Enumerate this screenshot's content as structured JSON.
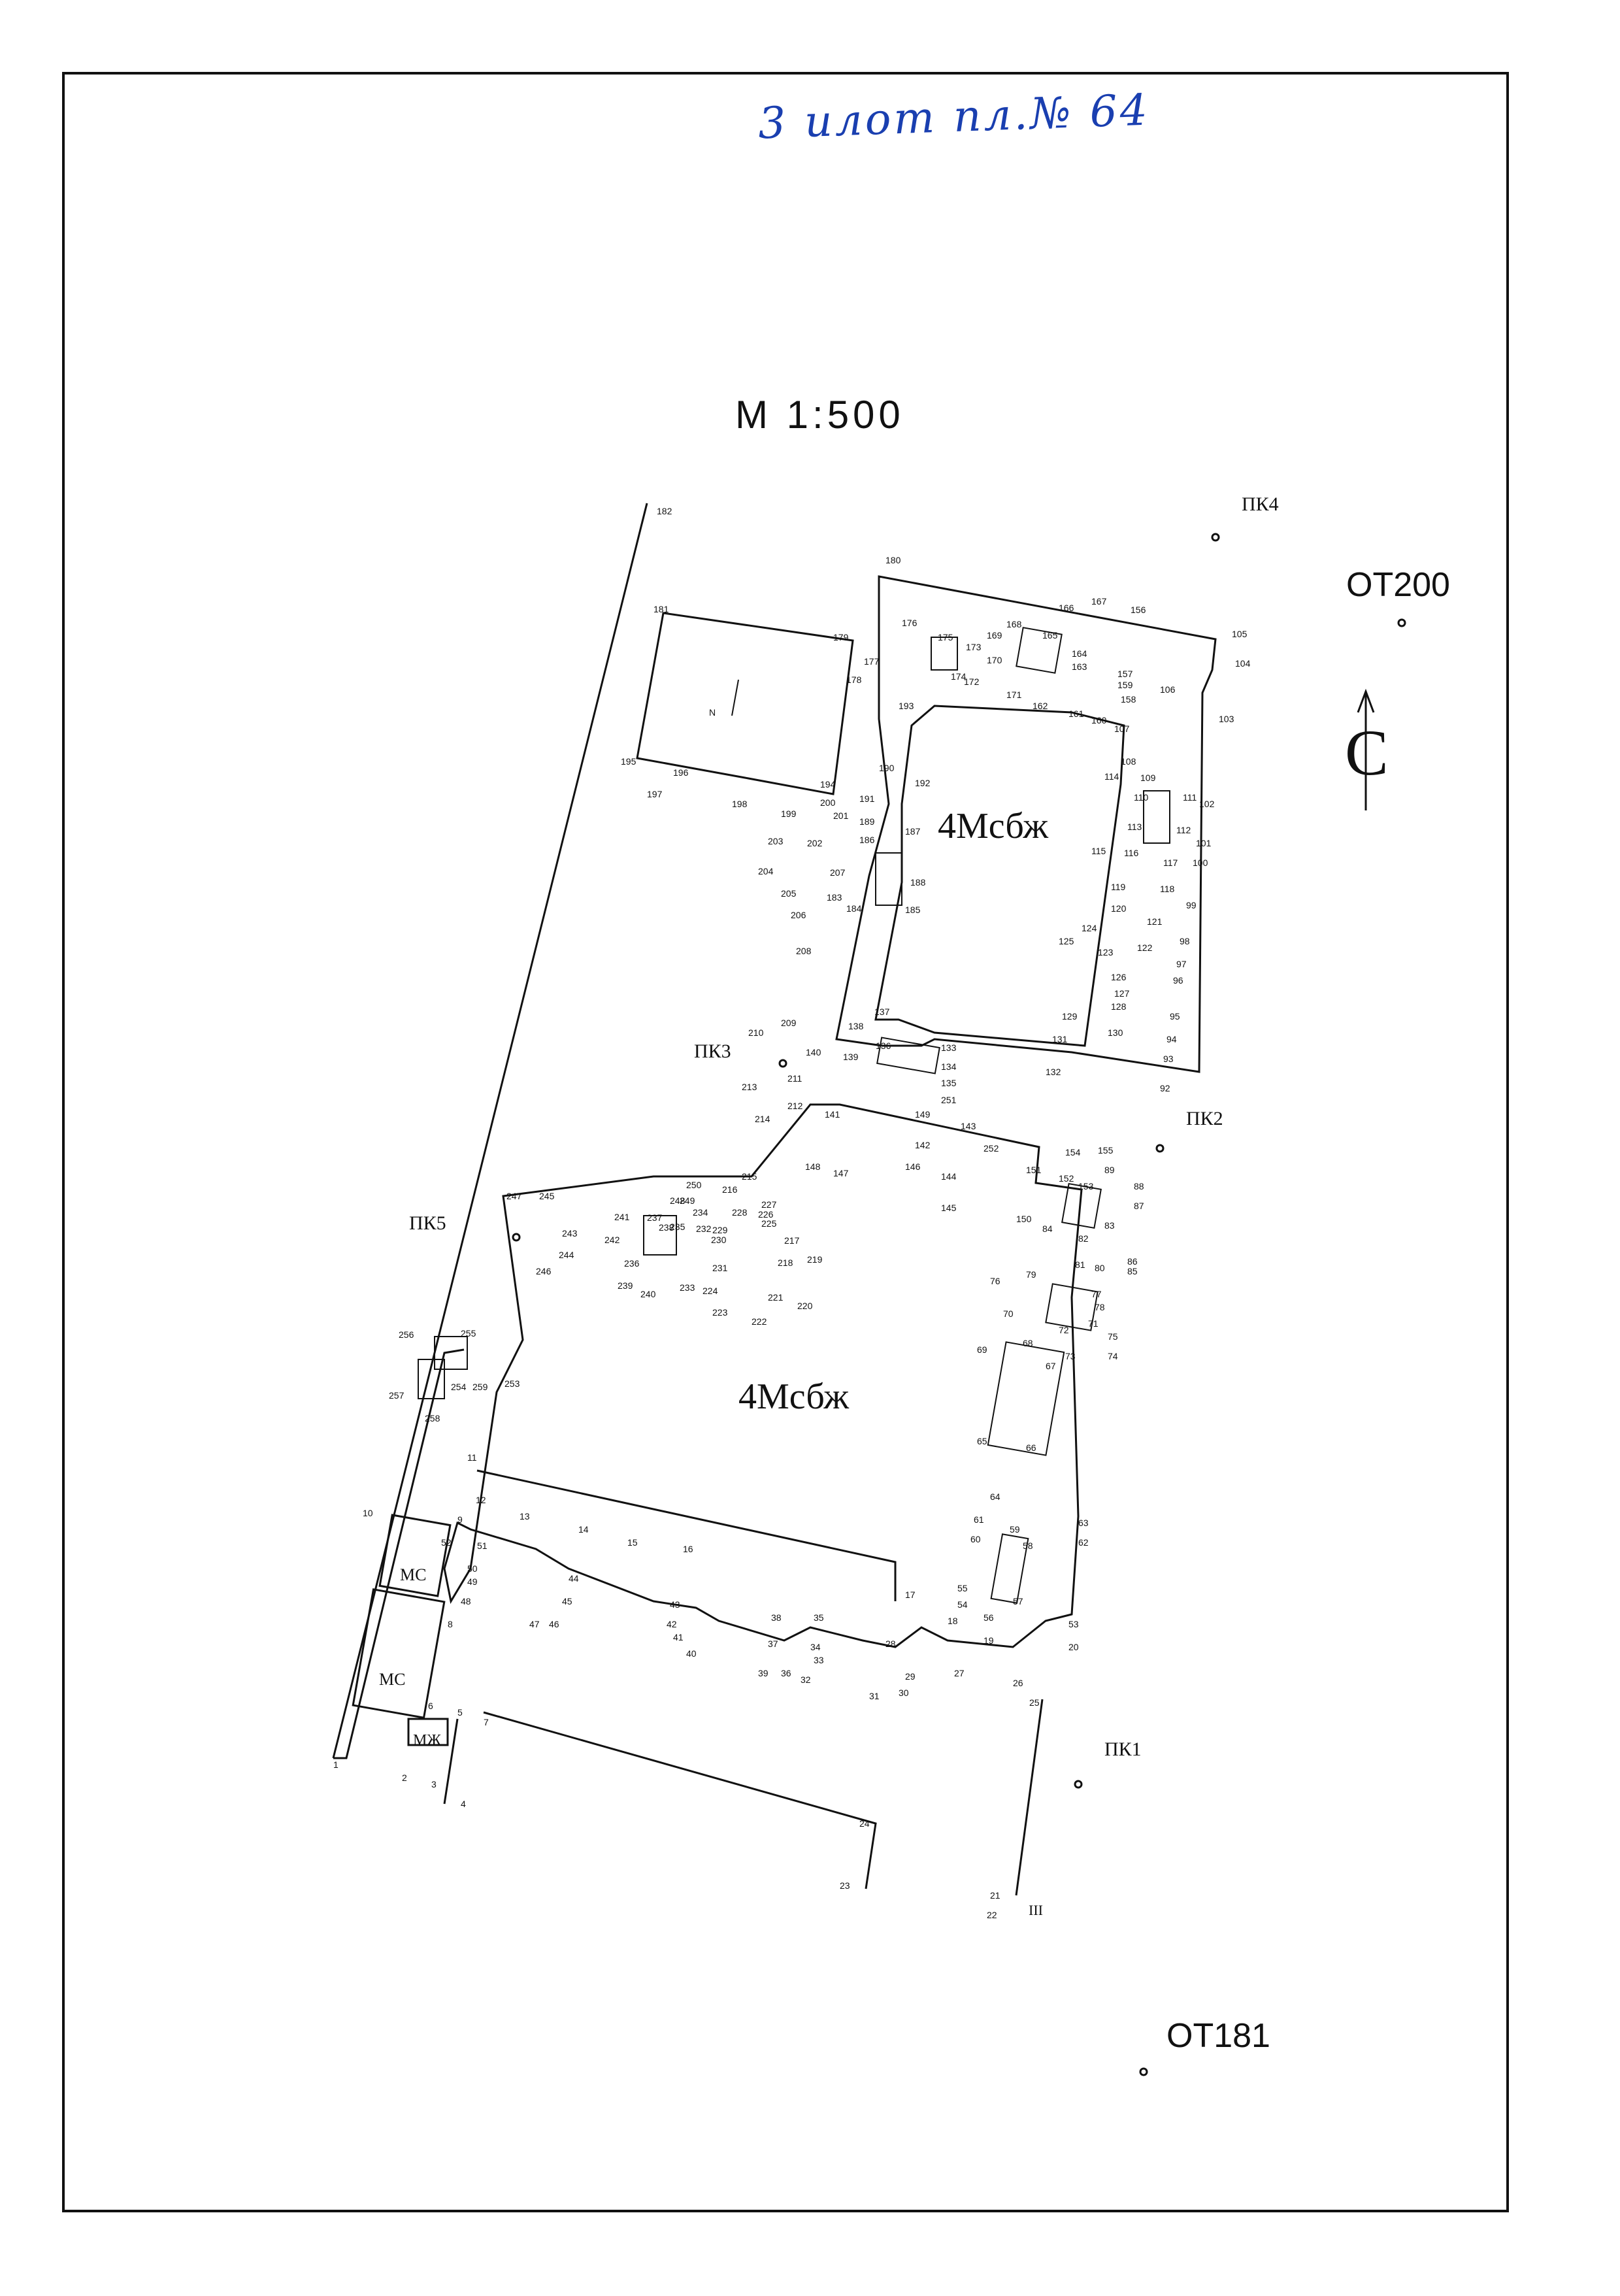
{
  "handwritten_note": "3 илот пл.№ 64",
  "scale_label": "М 1:500",
  "reference_points": {
    "ot200": "ОТ200",
    "ot181": "ОТ181"
  },
  "survey_marks": {
    "pk1": "ПК1",
    "pk2": "ПК2",
    "pk3": "ПК3",
    "pk4": "ПК4",
    "pk5": "ПК5"
  },
  "buildings": {
    "north_block": "4Мсбж",
    "south_block": "4Мсбж"
  },
  "small_structures": {
    "mc_upper": "МС",
    "mc_lower": "МС",
    "mzh": "МЖ",
    "hatch_iii": "III"
  },
  "north_arrow_label": "С",
  "inner_arrow_label": "N",
  "point_labels": [
    {
      "id": "p1",
      "label": "1"
    },
    {
      "id": "p2",
      "label": "2"
    },
    {
      "id": "p3",
      "label": "3"
    },
    {
      "id": "p4",
      "label": "4"
    },
    {
      "id": "p5",
      "label": "5"
    },
    {
      "id": "p6",
      "label": "6"
    },
    {
      "id": "p7",
      "label": "7"
    },
    {
      "id": "p8",
      "label": "8"
    },
    {
      "id": "p9",
      "label": "9"
    },
    {
      "id": "p10",
      "label": "10"
    },
    {
      "id": "p11",
      "label": "11"
    },
    {
      "id": "p12",
      "label": "12"
    },
    {
      "id": "p13",
      "label": "13"
    },
    {
      "id": "p14",
      "label": "14"
    },
    {
      "id": "p15",
      "label": "15"
    },
    {
      "id": "p16",
      "label": "16"
    },
    {
      "id": "p17",
      "label": "17"
    },
    {
      "id": "p18",
      "label": "18"
    },
    {
      "id": "p19",
      "label": "19"
    },
    {
      "id": "p20",
      "label": "20"
    },
    {
      "id": "p21",
      "label": "21"
    },
    {
      "id": "p22",
      "label": "22"
    },
    {
      "id": "p23",
      "label": "23"
    },
    {
      "id": "p24",
      "label": "24"
    },
    {
      "id": "p25",
      "label": "25"
    },
    {
      "id": "p26",
      "label": "26"
    },
    {
      "id": "p27",
      "label": "27"
    },
    {
      "id": "p28",
      "label": "28"
    },
    {
      "id": "p29",
      "label": "29"
    },
    {
      "id": "p30",
      "label": "30"
    },
    {
      "id": "p31",
      "label": "31"
    },
    {
      "id": "p32",
      "label": "32"
    },
    {
      "id": "p33",
      "label": "33"
    },
    {
      "id": "p34",
      "label": "34"
    },
    {
      "id": "p35",
      "label": "35"
    },
    {
      "id": "p36",
      "label": "36"
    },
    {
      "id": "p37",
      "label": "37"
    },
    {
      "id": "p38",
      "label": "38"
    },
    {
      "id": "p39",
      "label": "39"
    },
    {
      "id": "p40",
      "label": "40"
    },
    {
      "id": "p41",
      "label": "41"
    },
    {
      "id": "p42",
      "label": "42"
    },
    {
      "id": "p43",
      "label": "43"
    },
    {
      "id": "p44",
      "label": "44"
    },
    {
      "id": "p45",
      "label": "45"
    },
    {
      "id": "p46",
      "label": "46"
    },
    {
      "id": "p47",
      "label": "47"
    },
    {
      "id": "p48",
      "label": "48"
    },
    {
      "id": "p49",
      "label": "49"
    },
    {
      "id": "p50",
      "label": "50"
    },
    {
      "id": "p51",
      "label": "51"
    },
    {
      "id": "p52",
      "label": "52"
    },
    {
      "id": "p53",
      "label": "53"
    },
    {
      "id": "p54",
      "label": "54"
    },
    {
      "id": "p55",
      "label": "55"
    },
    {
      "id": "p56",
      "label": "56"
    },
    {
      "id": "p57",
      "label": "57"
    },
    {
      "id": "p58",
      "label": "58"
    },
    {
      "id": "p59",
      "label": "59"
    },
    {
      "id": "p60",
      "label": "60"
    },
    {
      "id": "p61",
      "label": "61"
    },
    {
      "id": "p62",
      "label": "62"
    },
    {
      "id": "p63",
      "label": "63"
    },
    {
      "id": "p64",
      "label": "64"
    },
    {
      "id": "p65",
      "label": "65"
    },
    {
      "id": "p66",
      "label": "66"
    },
    {
      "id": "p67",
      "label": "67"
    },
    {
      "id": "p68",
      "label": "68"
    },
    {
      "id": "p69",
      "label": "69"
    },
    {
      "id": "p70",
      "label": "70"
    },
    {
      "id": "p71",
      "label": "71"
    },
    {
      "id": "p72",
      "label": "72"
    },
    {
      "id": "p73",
      "label": "73"
    },
    {
      "id": "p74",
      "label": "74"
    },
    {
      "id": "p75",
      "label": "75"
    },
    {
      "id": "p76",
      "label": "76"
    },
    {
      "id": "p77",
      "label": "77"
    },
    {
      "id": "p78",
      "label": "78"
    },
    {
      "id": "p79",
      "label": "79"
    },
    {
      "id": "p80",
      "label": "80"
    },
    {
      "id": "p81",
      "label": "81"
    },
    {
      "id": "p82",
      "label": "82"
    },
    {
      "id": "p83",
      "label": "83"
    },
    {
      "id": "p84",
      "label": "84"
    },
    {
      "id": "p85",
      "label": "85"
    },
    {
      "id": "p86",
      "label": "86"
    },
    {
      "id": "p87",
      "label": "87"
    },
    {
      "id": "p88",
      "label": "88"
    },
    {
      "id": "p89",
      "label": "89"
    },
    {
      "id": "p92",
      "label": "92"
    },
    {
      "id": "p93",
      "label": "93"
    },
    {
      "id": "p94",
      "label": "94"
    },
    {
      "id": "p95",
      "label": "95"
    },
    {
      "id": "p96",
      "label": "96"
    },
    {
      "id": "p97",
      "label": "97"
    },
    {
      "id": "p98",
      "label": "98"
    },
    {
      "id": "p99",
      "label": "99"
    },
    {
      "id": "p100",
      "label": "100"
    },
    {
      "id": "p101",
      "label": "101"
    },
    {
      "id": "p102",
      "label": "102"
    },
    {
      "id": "p103",
      "label": "103"
    },
    {
      "id": "p104",
      "label": "104"
    },
    {
      "id": "p105",
      "label": "105"
    },
    {
      "id": "p106",
      "label": "106"
    },
    {
      "id": "p107",
      "label": "107"
    },
    {
      "id": "p108",
      "label": "108"
    },
    {
      "id": "p109",
      "label": "109"
    },
    {
      "id": "p110",
      "label": "110"
    },
    {
      "id": "p111",
      "label": "111"
    },
    {
      "id": "p112",
      "label": "112"
    },
    {
      "id": "p113",
      "label": "113"
    },
    {
      "id": "p114",
      "label": "114"
    },
    {
      "id": "p115",
      "label": "115"
    },
    {
      "id": "p116",
      "label": "116"
    },
    {
      "id": "p117",
      "label": "117"
    },
    {
      "id": "p118",
      "label": "118"
    },
    {
      "id": "p119",
      "label": "119"
    },
    {
      "id": "p120",
      "label": "120"
    },
    {
      "id": "p121",
      "label": "121"
    },
    {
      "id": "p122",
      "label": "122"
    },
    {
      "id": "p123",
      "label": "123"
    },
    {
      "id": "p124",
      "label": "124"
    },
    {
      "id": "p125",
      "label": "125"
    },
    {
      "id": "p126",
      "label": "126"
    },
    {
      "id": "p127",
      "label": "127"
    },
    {
      "id": "p128",
      "label": "128"
    },
    {
      "id": "p129",
      "label": "129"
    },
    {
      "id": "p130",
      "label": "130"
    },
    {
      "id": "p131",
      "label": "131"
    },
    {
      "id": "p132",
      "label": "132"
    },
    {
      "id": "p133",
      "label": "133"
    },
    {
      "id": "p134",
      "label": "134"
    },
    {
      "id": "p135",
      "label": "135"
    },
    {
      "id": "p136",
      "label": "136"
    },
    {
      "id": "p137",
      "label": "137"
    },
    {
      "id": "p138",
      "label": "138"
    },
    {
      "id": "p139",
      "label": "139"
    },
    {
      "id": "p140",
      "label": "140"
    },
    {
      "id": "p141",
      "label": "141"
    },
    {
      "id": "p142",
      "label": "142"
    },
    {
      "id": "p143",
      "label": "143"
    },
    {
      "id": "p144",
      "label": "144"
    },
    {
      "id": "p145",
      "label": "145"
    },
    {
      "id": "p146",
      "label": "146"
    },
    {
      "id": "p147",
      "label": "147"
    },
    {
      "id": "p148",
      "label": "148"
    },
    {
      "id": "p149",
      "label": "149"
    },
    {
      "id": "p150",
      "label": "150"
    },
    {
      "id": "p151",
      "label": "151"
    },
    {
      "id": "p152",
      "label": "152"
    },
    {
      "id": "p153",
      "label": "153"
    },
    {
      "id": "p154",
      "label": "154"
    },
    {
      "id": "p155",
      "label": "155"
    },
    {
      "id": "p156",
      "label": "156"
    },
    {
      "id": "p157",
      "label": "157"
    },
    {
      "id": "p158",
      "label": "158"
    },
    {
      "id": "p159",
      "label": "159"
    },
    {
      "id": "p160",
      "label": "160"
    },
    {
      "id": "p161",
      "label": "161"
    },
    {
      "id": "p162",
      "label": "162"
    },
    {
      "id": "p163",
      "label": "163"
    },
    {
      "id": "p164",
      "label": "164"
    },
    {
      "id": "p165",
      "label": "165"
    },
    {
      "id": "p166",
      "label": "166"
    },
    {
      "id": "p167",
      "label": "167"
    },
    {
      "id": "p168",
      "label": "168"
    },
    {
      "id": "p169",
      "label": "169"
    },
    {
      "id": "p170",
      "label": "170"
    },
    {
      "id": "p171",
      "label": "171"
    },
    {
      "id": "p172",
      "label": "172"
    },
    {
      "id": "p173",
      "label": "173"
    },
    {
      "id": "p174",
      "label": "174"
    },
    {
      "id": "p175",
      "label": "175"
    },
    {
      "id": "p176",
      "label": "176"
    },
    {
      "id": "p177",
      "label": "177"
    },
    {
      "id": "p178",
      "label": "178"
    },
    {
      "id": "p179",
      "label": "179"
    },
    {
      "id": "p180",
      "label": "180"
    },
    {
      "id": "p181",
      "label": "181"
    },
    {
      "id": "p182",
      "label": "182"
    },
    {
      "id": "p183",
      "label": "183"
    },
    {
      "id": "p184",
      "label": "184"
    },
    {
      "id": "p185",
      "label": "185"
    },
    {
      "id": "p186",
      "label": "186"
    },
    {
      "id": "p187",
      "label": "187"
    },
    {
      "id": "p188",
      "label": "188"
    },
    {
      "id": "p189",
      "label": "189"
    },
    {
      "id": "p190",
      "label": "190"
    },
    {
      "id": "p191",
      "label": "191"
    },
    {
      "id": "p192",
      "label": "192"
    },
    {
      "id": "p193",
      "label": "193"
    },
    {
      "id": "p194",
      "label": "194"
    },
    {
      "id": "p195",
      "label": "195"
    },
    {
      "id": "p196",
      "label": "196"
    },
    {
      "id": "p197",
      "label": "197"
    },
    {
      "id": "p198",
      "label": "198"
    },
    {
      "id": "p199",
      "label": "199"
    },
    {
      "id": "p200",
      "label": "200"
    },
    {
      "id": "p201",
      "label": "201"
    },
    {
      "id": "p202",
      "label": "202"
    },
    {
      "id": "p203",
      "label": "203"
    },
    {
      "id": "p204",
      "label": "204"
    },
    {
      "id": "p205",
      "label": "205"
    },
    {
      "id": "p206",
      "label": "206"
    },
    {
      "id": "p207",
      "label": "207"
    },
    {
      "id": "p208",
      "label": "208"
    },
    {
      "id": "p209",
      "label": "209"
    },
    {
      "id": "p210",
      "label": "210"
    },
    {
      "id": "p211",
      "label": "211"
    },
    {
      "id": "p212",
      "label": "212"
    },
    {
      "id": "p213",
      "label": "213"
    },
    {
      "id": "p214",
      "label": "214"
    },
    {
      "id": "p215",
      "label": "215"
    },
    {
      "id": "p216",
      "label": "216"
    },
    {
      "id": "p217",
      "label": "217"
    },
    {
      "id": "p218",
      "label": "218"
    },
    {
      "id": "p219",
      "label": "219"
    },
    {
      "id": "p220",
      "label": "220"
    },
    {
      "id": "p221",
      "label": "221"
    },
    {
      "id": "p222",
      "label": "222"
    },
    {
      "id": "p223",
      "label": "223"
    },
    {
      "id": "p224",
      "label": "224"
    },
    {
      "id": "p225",
      "label": "225"
    },
    {
      "id": "p226",
      "label": "226"
    },
    {
      "id": "p227",
      "label": "227"
    },
    {
      "id": "p228",
      "label": "228"
    },
    {
      "id": "p229",
      "label": "229"
    },
    {
      "id": "p230",
      "label": "230"
    },
    {
      "id": "p231",
      "label": "231"
    },
    {
      "id": "p232",
      "label": "232"
    },
    {
      "id": "p233",
      "label": "233"
    },
    {
      "id": "p234",
      "label": "234"
    },
    {
      "id": "p235",
      "label": "235"
    },
    {
      "id": "p236",
      "label": "236"
    },
    {
      "id": "p237",
      "label": "237"
    },
    {
      "id": "p238",
      "label": "238"
    },
    {
      "id": "p239",
      "label": "239"
    },
    {
      "id": "p240",
      "label": "240"
    },
    {
      "id": "p241",
      "label": "241"
    },
    {
      "id": "p242",
      "label": "242"
    },
    {
      "id": "p243",
      "label": "243"
    },
    {
      "id": "p244",
      "label": "244"
    },
    {
      "id": "p245",
      "label": "245"
    },
    {
      "id": "p246",
      "label": "246"
    },
    {
      "id": "p247",
      "label": "247"
    },
    {
      "id": "p248",
      "label": "248"
    },
    {
      "id": "p249",
      "label": "249"
    },
    {
      "id": "p250",
      "label": "250"
    },
    {
      "id": "p251",
      "label": "251"
    },
    {
      "id": "p252",
      "label": "252"
    },
    {
      "id": "p253",
      "label": "253"
    },
    {
      "id": "p254",
      "label": "254"
    },
    {
      "id": "p255",
      "label": "255"
    },
    {
      "id": "p256",
      "label": "256"
    },
    {
      "id": "p257",
      "label": "257"
    },
    {
      "id": "p258",
      "label": "258"
    },
    {
      "id": "p259",
      "label": "259"
    }
  ]
}
